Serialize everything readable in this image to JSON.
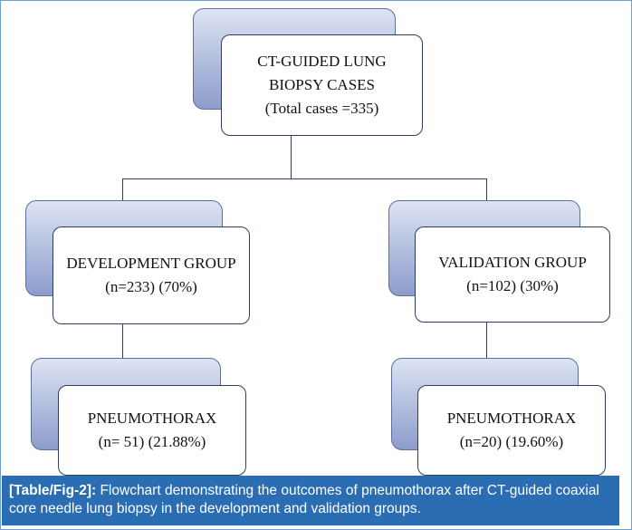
{
  "nodes": {
    "root": {
      "line1": "CT-GUIDED LUNG",
      "line2": "BIOPSY CASES",
      "line3": "(Total cases =335)"
    },
    "development": {
      "line1": "DEVELOPMENT GROUP",
      "line2": "(n=233) (70%)"
    },
    "validation": {
      "line1": "VALIDATION GROUP",
      "line2": "(n=102) (30%)"
    },
    "dev_pneumothorax": {
      "line1": "PNEUMOTHORAX",
      "line2": "(n= 51) (21.88%)"
    },
    "val_pneumothorax": {
      "line1": "PNEUMOTHORAX",
      "line2": "(n=20) (19.60%)"
    }
  },
  "caption": {
    "label": "[Table/Fig-2]:",
    "text": " Flowchart demonstrating the outcomes of pneumothorax after CT-guided coaxial core needle lung biopsy in the development and validation groups."
  }
}
